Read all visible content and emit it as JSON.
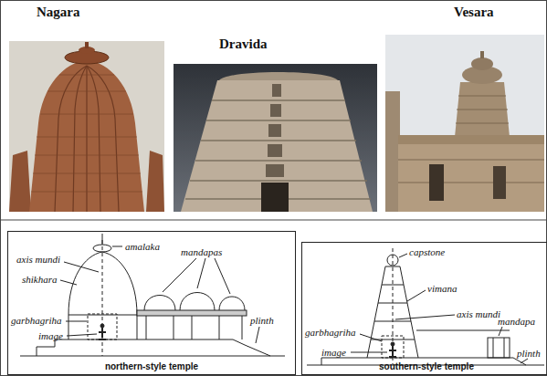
{
  "diagram": {
    "nodes": [
      {
        "text": [
          "northern-style temple"
        ]
      },
      {
        "text": [
          "southern-style temple"
        ]
      }
    ],
    "labels": [
      "Nagara",
      "Dravida",
      "Vesara",
      "axis mundi",
      "amalaka",
      "shikhara",
      "mandapas",
      "garbhagriha",
      "image",
      "plinth",
      "capstone",
      "vimana",
      "axis mundi",
      "mandapa",
      "garbhagriha",
      "image",
      "plinth"
    ]
  }
}
